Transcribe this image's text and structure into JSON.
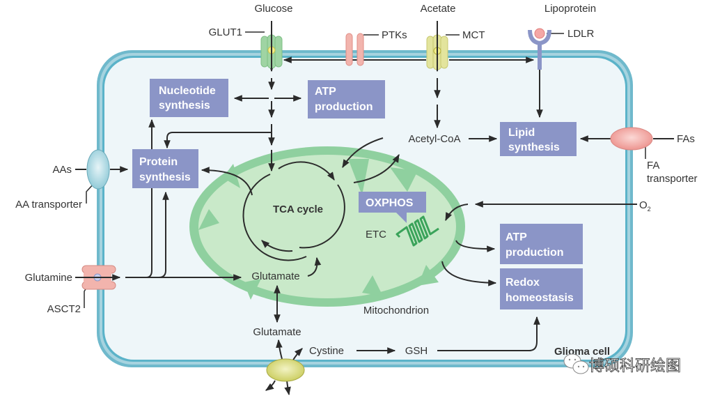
{
  "title": "Glioma cell metabolism",
  "colors": {
    "membrane": "#5bb3c9",
    "cytoplasm": "#eef6f9",
    "mitochondrion_outer": "#8fd09f",
    "mitochondrion_inner": "#c9e9c9",
    "process_box": "#8b95c7",
    "glut1": "#9fd4a3",
    "ptk": "#f2b4ad",
    "mct": "#e3e49d",
    "ldlr": "#8b95c7",
    "fa_transporter": "#f3a7a2",
    "aa_transporter": "#a9d8e2",
    "asct2": "#f2b4ad",
    "xct": "#d7d86a",
    "etc": "#3aa35a"
  },
  "external": {
    "glucose": "Glucose",
    "acetate": "Acetate",
    "lipoprotein": "Lipoprotein",
    "aas": "AAs",
    "glutamine": "Glutamine",
    "fas": "FAs",
    "o2": "O",
    "o2_sub": "2"
  },
  "transporters": {
    "glut1": "GLUT1",
    "ptks": "PTKs",
    "mct": "MCT",
    "ldlr": "LDLR",
    "aa_transporter": "AA transporter",
    "asct2": "ASCT2",
    "fa_transporter_line1": "FA",
    "fa_transporter_line2": "transporter"
  },
  "process_boxes": {
    "nucleotide_synthesis": [
      "Nucleotide",
      "synthesis"
    ],
    "atp_production_top": [
      "ATP",
      "production"
    ],
    "protein_synthesis": [
      "Protein",
      "synthesis"
    ],
    "lipid_synthesis": [
      "Lipid",
      "synthesis"
    ],
    "oxphos": "OXPHOS",
    "atp_production_right": [
      "ATP",
      "production"
    ],
    "redox_homeostasis": [
      "Redox",
      "homeostasis"
    ]
  },
  "metabolites": {
    "acetyl_coa": "Acetyl-CoA",
    "tca_cycle": "TCA cycle",
    "etc": "ETC",
    "glutamate_mito": "Glutamate",
    "glutamate_cyto": "Glutamate",
    "cystine": "Cystine",
    "gsh": "GSH"
  },
  "labels": {
    "mitochondrion": "Mitochondrion",
    "glioma_cell": "Glioma cell",
    "watermark": "博硕科研绘图"
  }
}
